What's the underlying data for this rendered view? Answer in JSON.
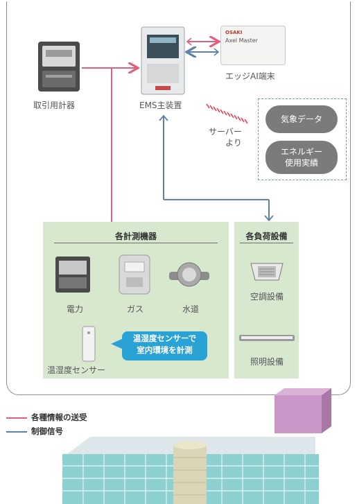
{
  "devices": {
    "meter": "取引用計器",
    "ems": "EMS主装置",
    "edge": "エッジAI端末",
    "edge_brand": "OSAKI",
    "edge_model": "Axel Master"
  },
  "server": {
    "from": "サーバー\nより",
    "weather": "気象データ",
    "energy": "エネルギー\n使用実績"
  },
  "measuring": {
    "title": "各計測機器",
    "power": "電力",
    "gas": "ガス",
    "water": "水道",
    "sensor": "温湿度センサー",
    "callout": "温湿度センサーで\n室内環境を計測"
  },
  "loads": {
    "title": "各負荷設備",
    "ac": "空調設備",
    "lighting": "照明設備"
  },
  "legend": {
    "send": "各種情報の送受",
    "control": "制御信号"
  },
  "colors": {
    "send": "#e0607e",
    "control": "#5d82a8",
    "panel": "#d7e8cf",
    "callout": "#29a3d6"
  }
}
